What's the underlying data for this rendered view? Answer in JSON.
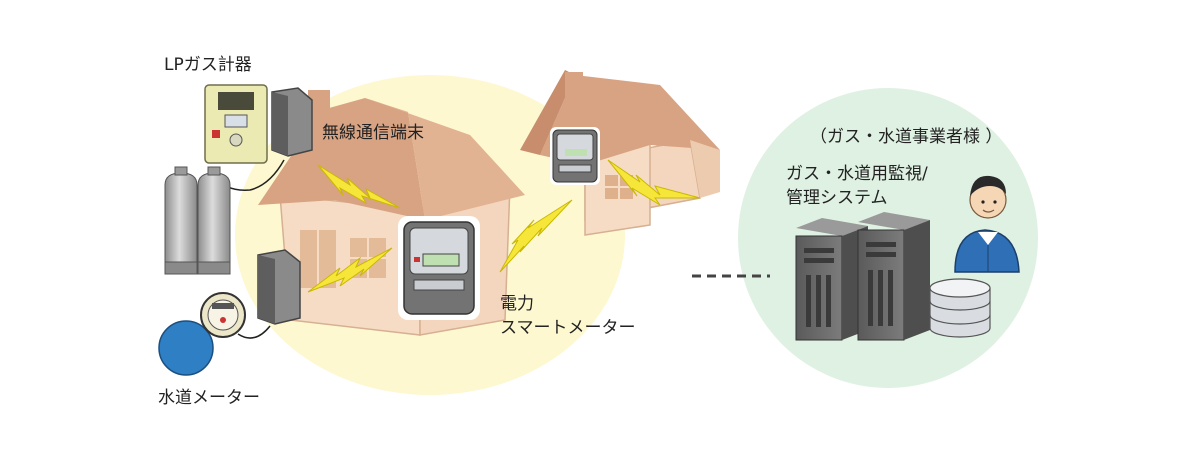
{
  "labels": {
    "lp_gas_meter": "LPガス計器",
    "wireless_terminal": "無線通信端末",
    "water_meter": "水道メーター",
    "power_meter_line1": "電力",
    "power_meter_line2": "スマートメーター",
    "operator": "（ガス・水道事業者様 ）",
    "system_line1": "ガス・水道用監視/",
    "system_line2": "管理システム"
  },
  "colors": {
    "yellow_zone": "#fdf8d0",
    "green_zone": "#dff1e2",
    "house_roof": "#d8a382",
    "house_wall": "#f6dcc4",
    "lightning": "#f7e63a",
    "water_meter_blue": "#2f7fc4",
    "server_gray": "#6b6b6b"
  }
}
